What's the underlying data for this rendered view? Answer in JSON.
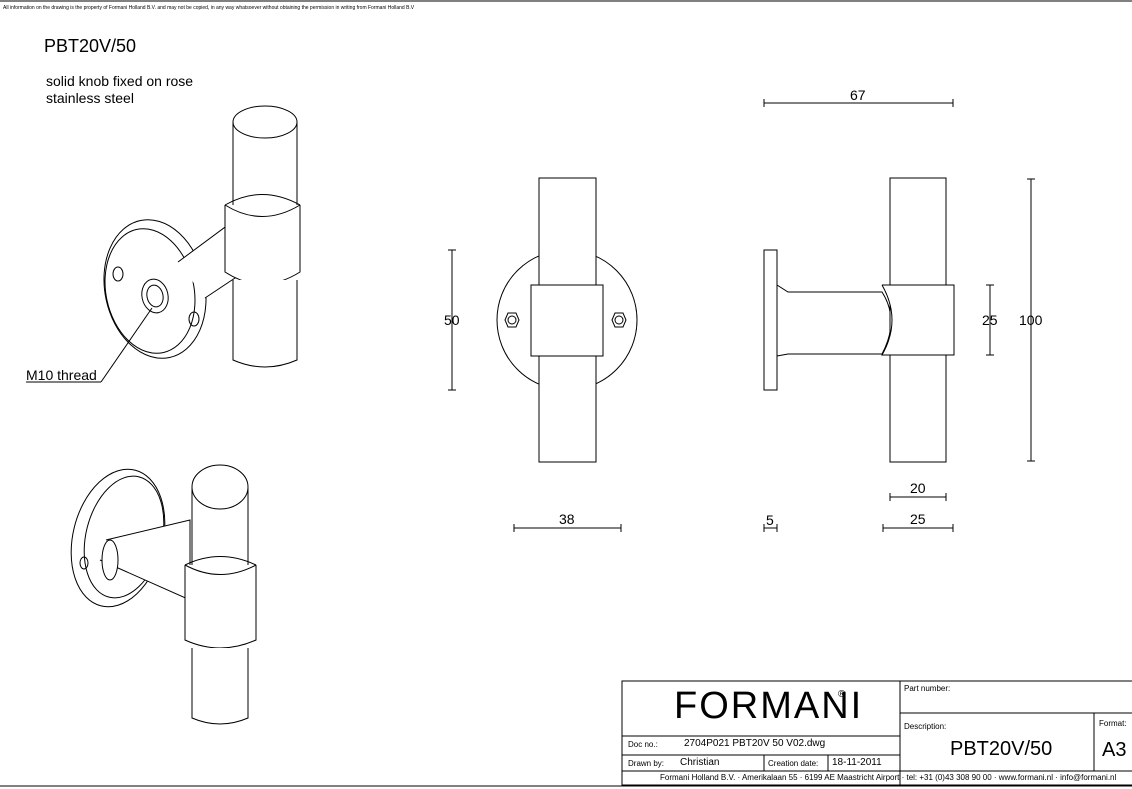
{
  "copyright": "All information on the drawing is the property of Formani Holland B.V. and may not be copied, in any way whatsoever without obtaining the permission in writing from Formani Holland B.V",
  "title": "PBT20V/50",
  "description_lines": [
    "solid knob fixed on rose",
    "stainless steel"
  ],
  "callout": "M10 thread",
  "dimensions": {
    "rose_diameter": "50",
    "rose_width": "38",
    "overall_depth": "67",
    "knob_length": "100",
    "collar_height": "25",
    "knob_diameter": "20",
    "collar_width": "25",
    "rose_thickness": "5"
  },
  "title_block": {
    "brand": "FORMANI",
    "brand_mark": "®",
    "part_number_label": "Part number:",
    "part_number_value": "",
    "description_label": "Description:",
    "description_value": "PBT20V/50",
    "format_label": "Format:",
    "format_value": "A3",
    "doc_no_label": "Doc no.:",
    "doc_no_value": "2704P021 PBT20V 50 V02.dwg",
    "drawn_by_label": "Drawn by:",
    "drawn_by_value": "Christian",
    "creation_date_label": "Creation date:",
    "creation_date_value": "18-11-2011",
    "address": "Formani Holland B.V. · Amerikalaan 55 · 6199 AE Maastricht Airport · tel: +31 (0)43 308 90 00 · www.formani.nl · info@formani.nl"
  }
}
